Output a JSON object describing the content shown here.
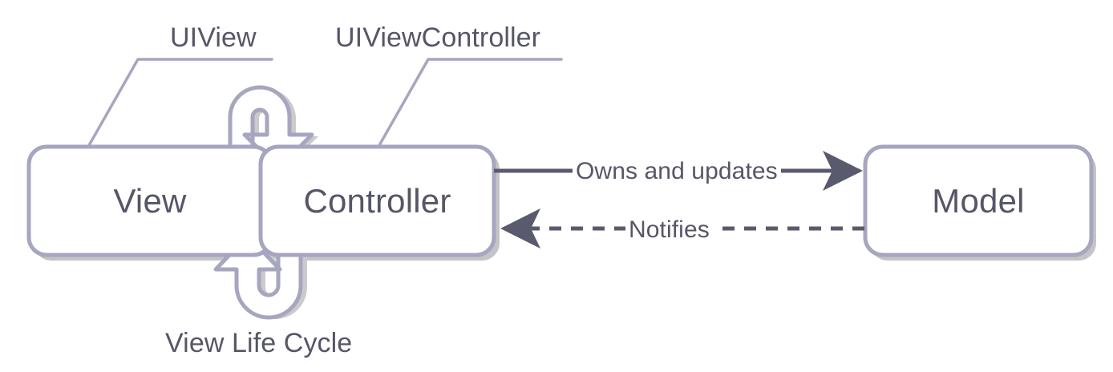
{
  "diagram": {
    "title_nodes": {
      "view": "View",
      "controller": "Controller",
      "model": "Model"
    },
    "annotations": {
      "uiview": "UIView",
      "uiviewcontroller": "UIViewController",
      "view_life_cycle": "View Life Cycle"
    },
    "edges": {
      "owns_and_updates": "Owns and updates",
      "notifies": "Notifies"
    },
    "colors": {
      "box_border": "#a6a6c0",
      "box_fill": "#ffffff",
      "box_shadow": "#c2c2c2",
      "text": "#565668",
      "arrow_dark": "#5a5a6e",
      "loop_arrow": "#a6a6c0",
      "loop_shadow": "#c9c9c9",
      "background": "#ffffff"
    }
  }
}
